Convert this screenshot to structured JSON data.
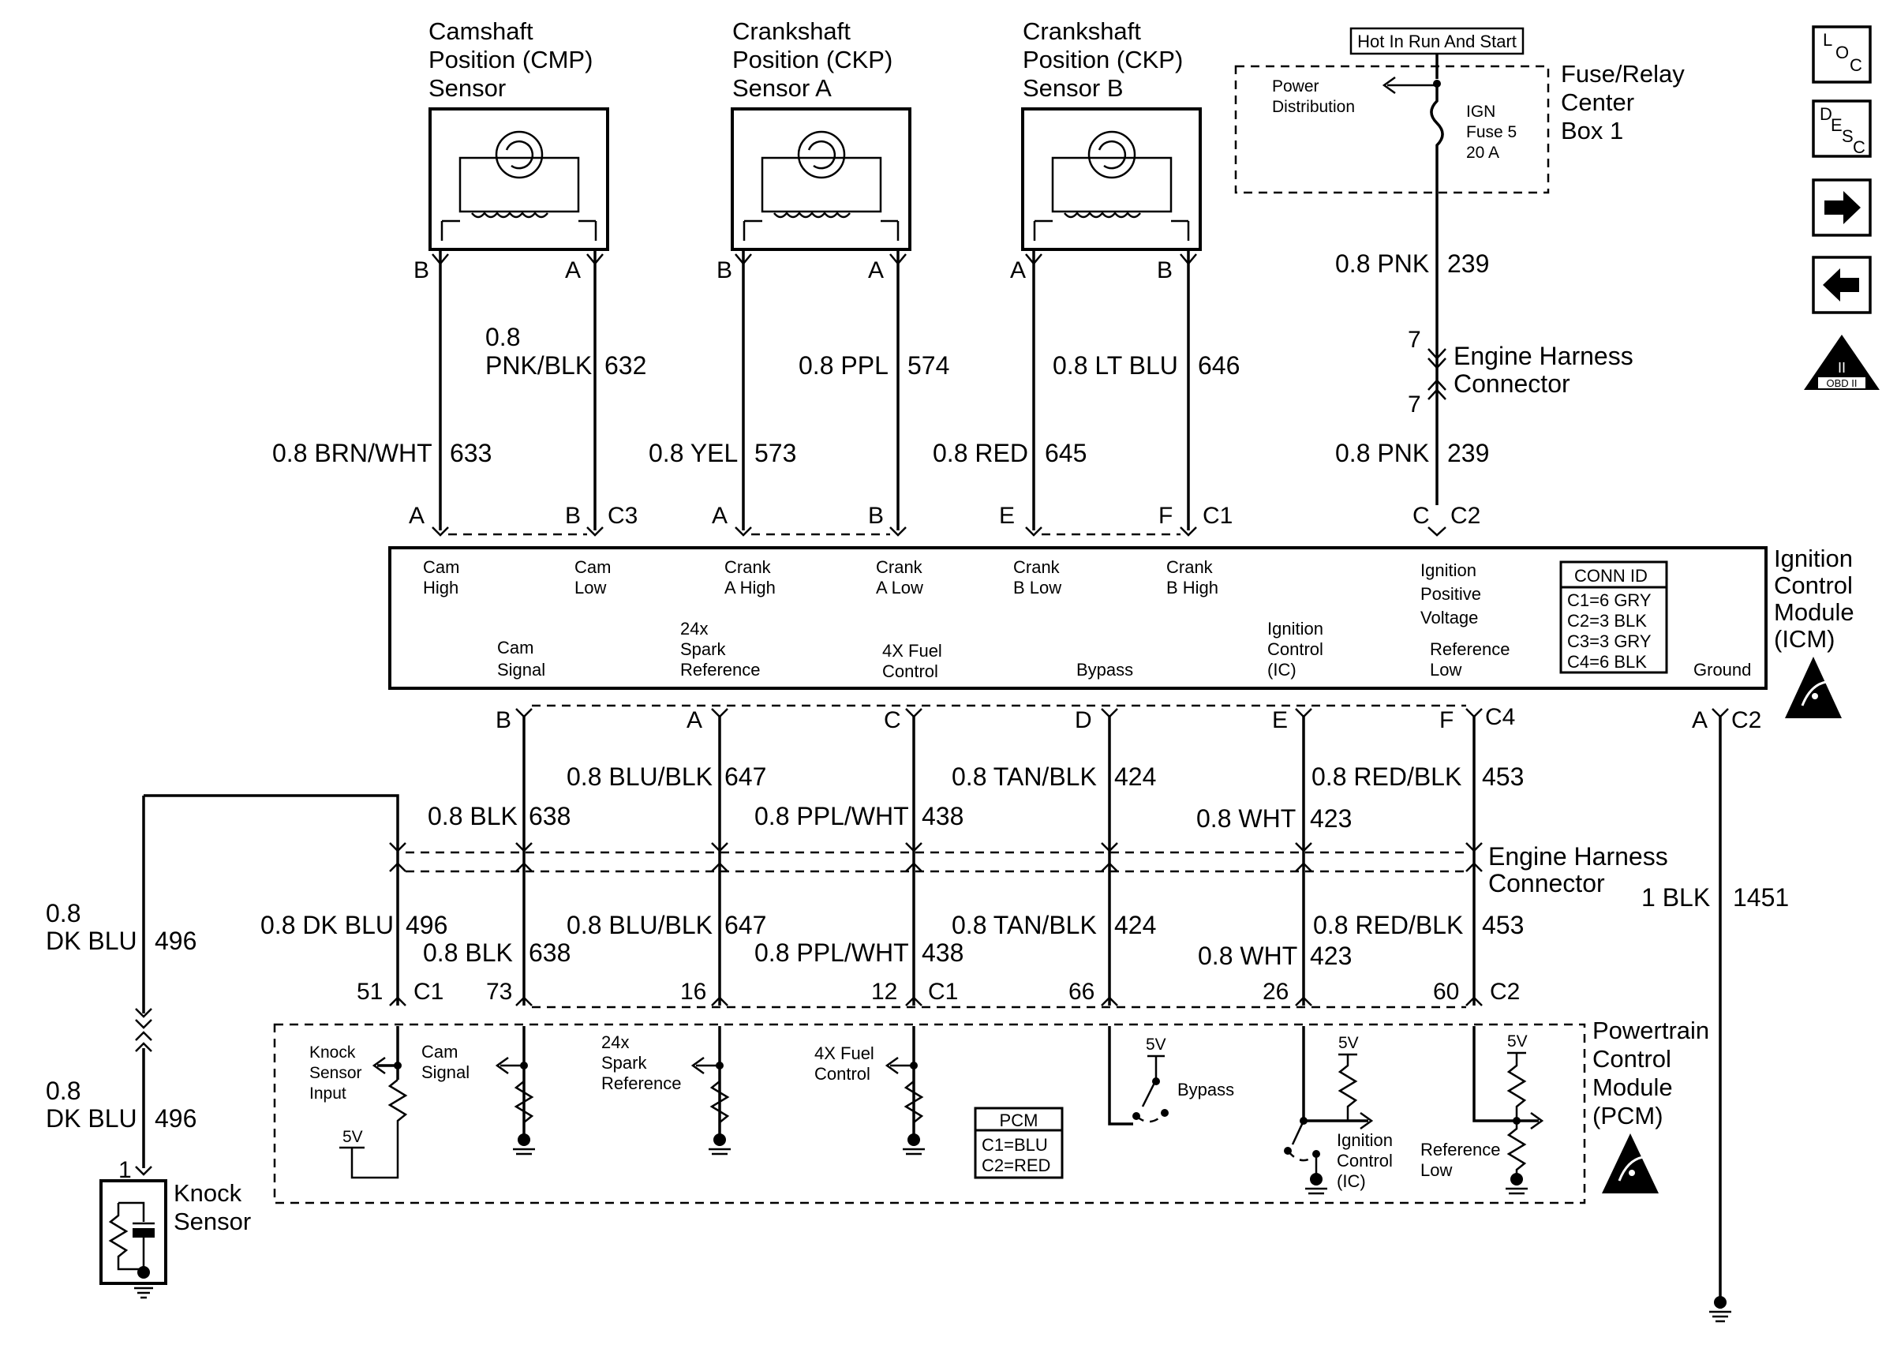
{
  "sensors": {
    "cmp": {
      "title": [
        "Camshaft",
        "Position (CMP)",
        "Sensor"
      ],
      "pin_left": "B",
      "pin_right": "A"
    },
    "ckp_a": {
      "title": [
        "Crankshaft",
        "Position (CKP)",
        "Sensor A"
      ],
      "pin_left": "B",
      "pin_right": "A"
    },
    "ckp_b": {
      "title": [
        "Crankshaft",
        "Position (CKP)",
        "Sensor B"
      ],
      "pin_left": "A",
      "pin_right": "B"
    }
  },
  "fuse_box": {
    "hot_label": "Hot In Run And Start",
    "power_distribution": [
      "Power",
      "Distribution"
    ],
    "fuse": [
      "IGN",
      "Fuse 5",
      "20 A"
    ],
    "title": [
      "Fuse/Relay",
      "Center",
      "Box 1"
    ]
  },
  "top_wires": {
    "cmp_b": {
      "color": "0.8 BRN/WHT",
      "circuit": "633"
    },
    "cmp_a": {
      "color": [
        "0.8",
        "PNK/BLK"
      ],
      "circuit": "632"
    },
    "ckpa_b": {
      "color": "0.8 YEL",
      "circuit": "573"
    },
    "ckpa_a": {
      "color": "0.8 PPL",
      "circuit": "574"
    },
    "ckpb_a": {
      "color": "0.8 RED",
      "circuit": "645"
    },
    "ckpb_b": {
      "color": "0.8 LT BLU",
      "circuit": "646"
    },
    "ign_upper": {
      "color": "0.8 PNK",
      "circuit": "239"
    },
    "ign_lower": {
      "color": "0.8 PNK",
      "circuit": "239"
    }
  },
  "engine_harness": {
    "top": {
      "label": [
        "Engine Harness",
        "Connector"
      ],
      "pin_upper": "7",
      "pin_lower": "7"
    },
    "bottom": {
      "label": [
        "Engine Harness",
        "Connector"
      ]
    }
  },
  "icm": {
    "title": [
      "Ignition",
      "Control",
      "Module",
      "(ICM)"
    ],
    "top_pins": [
      "A",
      "B",
      "C3",
      "A",
      "B",
      "E",
      "F",
      "C1",
      "C",
      "C2"
    ],
    "top_labels": [
      [
        "Cam",
        "High"
      ],
      [
        "Cam",
        "Low"
      ],
      [
        "Crank",
        "A High"
      ],
      [
        "Crank",
        "A Low"
      ],
      [
        "Crank",
        "B Low"
      ],
      [
        "Crank",
        "B High"
      ],
      [
        "Ignition",
        "Positive",
        "Voltage"
      ]
    ],
    "bottom_labels": [
      [
        "Cam",
        "Signal"
      ],
      [
        "24x",
        "Spark",
        "Reference"
      ],
      [
        "4X Fuel",
        "Control"
      ],
      [
        "Bypass"
      ],
      [
        "Ignition",
        "Control",
        "(IC)"
      ],
      [
        "Reference",
        "Low"
      ],
      [
        "Ground"
      ]
    ],
    "conn_id": {
      "title": "CONN ID",
      "items": [
        "C1=6 GRY",
        "C2=3 BLK",
        "C3=3 GRY",
        "C4=6 BLK"
      ]
    },
    "bottom_pins": [
      "B",
      "A",
      "C",
      "D",
      "E",
      "F",
      "C4",
      "A",
      "C2"
    ]
  },
  "mid_wires": {
    "blu_blk_top": {
      "color": "0.8 BLU/BLK",
      "circuit": "647"
    },
    "blk_top": {
      "color": "0.8 BLK",
      "circuit": "638"
    },
    "ppl_wht_top": {
      "color": "0.8 PPL/WHT",
      "circuit": "438"
    },
    "tan_blk_top": {
      "color": "0.8 TAN/BLK",
      "circuit": "424"
    },
    "red_blk_top": {
      "color": "0.8 RED/BLK",
      "circuit": "453"
    },
    "wht_top": {
      "color": "0.8 WHT",
      "circuit": "423"
    },
    "dk_blu_pcm": {
      "color": "0.8 DK BLU",
      "circuit": "496"
    },
    "blk_bot": {
      "color": "0.8 BLK",
      "circuit": "638"
    },
    "blu_blk_bot": {
      "color": "0.8 BLU/BLK",
      "circuit": "647"
    },
    "ppl_wht_bot": {
      "color": "0.8 PPL/WHT",
      "circuit": "438"
    },
    "tan_blk_bot": {
      "color": "0.8 TAN/BLK",
      "circuit": "424"
    },
    "red_blk_bot": {
      "color": "0.8 RED/BLK",
      "circuit": "453"
    },
    "wht_bot": {
      "color": "0.8 WHT",
      "circuit": "423"
    },
    "ground": {
      "color": "1 BLK",
      "circuit": "1451"
    },
    "knock_upper": {
      "color": [
        "0.8",
        "DK BLU"
      ],
      "circuit": "496"
    },
    "knock_lower": {
      "color": [
        "0.8",
        "DK BLU"
      ],
      "circuit": "496"
    }
  },
  "pcm": {
    "title": [
      "Powertrain",
      "Control",
      "Module",
      "(PCM)"
    ],
    "pins": [
      "51",
      "C1",
      "73",
      "16",
      "12",
      "C1",
      "66",
      "26",
      "60",
      "C2"
    ],
    "labels": {
      "knock_input": [
        "Knock",
        "Sensor",
        "Input"
      ],
      "cam_signal": [
        "Cam",
        "Signal"
      ],
      "spark_ref": [
        "24x",
        "Spark",
        "Reference"
      ],
      "fuel_control": [
        "4X Fuel",
        "Control"
      ],
      "bypass": "Bypass",
      "ign_control": [
        "Ignition",
        "Control",
        "(IC)"
      ],
      "ref_low": [
        "Reference",
        "Low"
      ],
      "v5": "5V"
    },
    "conn_box": {
      "title": "PCM",
      "items": [
        "C1=BLU",
        "C2=RED"
      ]
    }
  },
  "knock_sensor": {
    "pin": "1",
    "title": [
      "Knock",
      "Sensor"
    ]
  },
  "nav_icons": {
    "loc": [
      "L",
      "O",
      "C"
    ],
    "desc": [
      "D",
      "E",
      "S",
      "C"
    ],
    "obd": [
      "II",
      "OBD II"
    ]
  }
}
